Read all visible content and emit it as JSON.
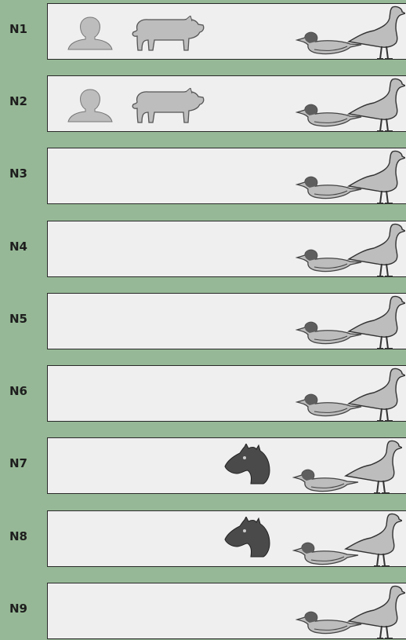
{
  "rows": [
    {
      "label": "N1",
      "icons": [
        "person-icon",
        "pig-icon",
        "duck-icon",
        "goose-icon"
      ]
    },
    {
      "label": "N2",
      "icons": [
        "person-icon",
        "pig-icon",
        "duck-icon",
        "goose-icon"
      ]
    },
    {
      "label": "N3",
      "icons": [
        "duck-icon",
        "goose-icon"
      ]
    },
    {
      "label": "N4",
      "icons": [
        "duck-icon",
        "goose-icon"
      ]
    },
    {
      "label": "N5",
      "icons": [
        "duck-icon",
        "goose-icon"
      ]
    },
    {
      "label": "N6",
      "icons": [
        "duck-icon",
        "goose-icon"
      ]
    },
    {
      "label": "N7",
      "icons": [
        "horse-icon",
        "duck-icon",
        "goose-icon"
      ]
    },
    {
      "label": "N8",
      "icons": [
        "horse-icon",
        "duck-icon",
        "goose-icon"
      ]
    },
    {
      "label": "N9",
      "icons": [
        "duck-icon",
        "goose-icon"
      ]
    }
  ],
  "colors": {
    "background": "#96b896",
    "panel": "#efefef",
    "border": "#2a2a2a",
    "silhouette_light": "#bdbdbd",
    "duck_head": "#5e5e5e",
    "horse": "#4a4a4a"
  }
}
